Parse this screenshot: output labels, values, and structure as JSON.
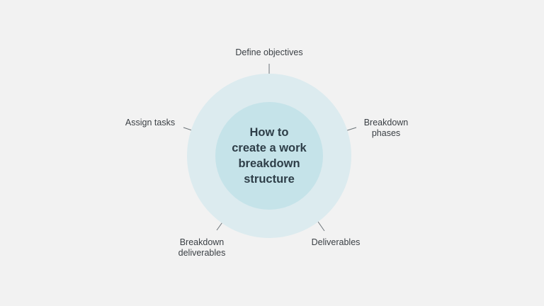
{
  "diagram": {
    "center_title": "How to\ncreate a work\nbreakdown\nstructure",
    "steps": [
      {
        "id": "define-objectives",
        "label": "Define objectives"
      },
      {
        "id": "breakdown-phases",
        "label": "Breakdown\nphases"
      },
      {
        "id": "deliverables",
        "label": "Deliverables"
      },
      {
        "id": "breakdown-deliverables",
        "label": "Breakdown\ndeliverables"
      },
      {
        "id": "assign-tasks",
        "label": "Assign tasks"
      }
    ],
    "colors": {
      "background": "#f2f2f2",
      "outer_ring": "#dcebef",
      "inner_circle": "#c5e3e9",
      "connector": "#6b7378",
      "title_text": "#2e3e48"
    }
  }
}
